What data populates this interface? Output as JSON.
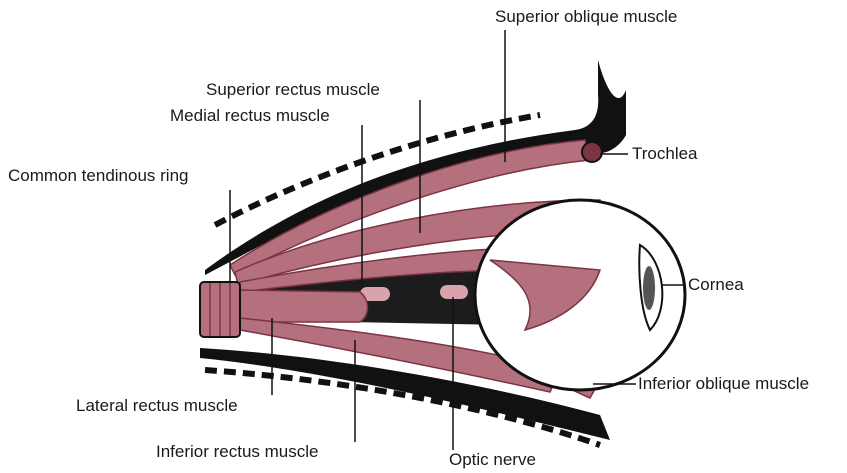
{
  "colors": {
    "muscle": "#b5707e",
    "muscle_dark": "#7a3445",
    "ink": "#111111",
    "nerve": "#1c1c1c",
    "nerve_highlight": "#d9a3ad",
    "background": "#ffffff"
  },
  "labels": {
    "superior_oblique": "Superior oblique muscle",
    "superior_rectus": "Superior rectus muscle",
    "medial_rectus": "Medial rectus muscle",
    "common_ring": "Common tendinous ring",
    "trochlea": "Trochlea",
    "cornea": "Cornea",
    "inferior_oblique": "Inferior oblique muscle",
    "lateral_rectus": "Lateral rectus muscle",
    "inferior_rectus": "Inferior rectus muscle",
    "optic_nerve": "Optic nerve"
  }
}
